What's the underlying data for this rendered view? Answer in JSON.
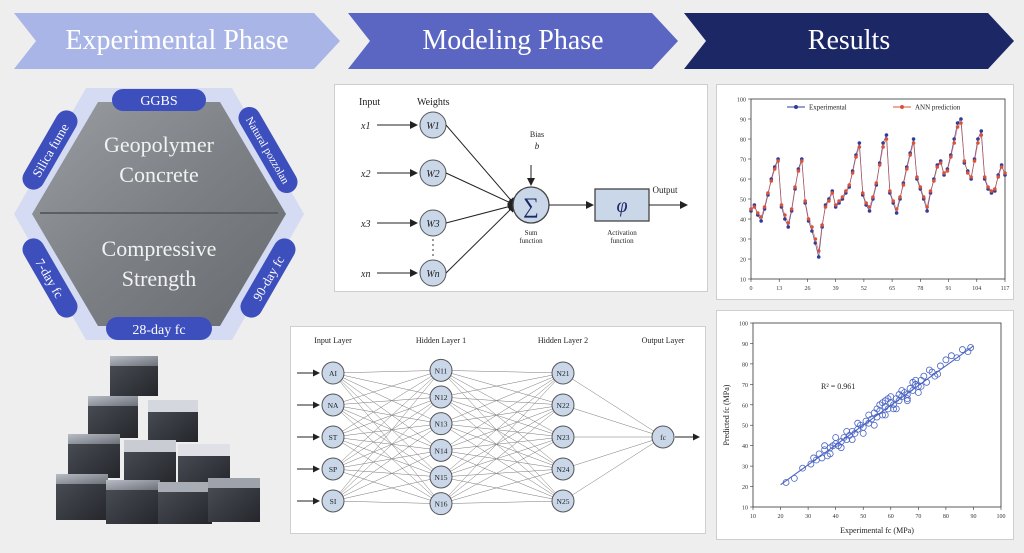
{
  "header": {
    "phases": [
      {
        "label": "Experimental Phase",
        "color": "#a9b5e6"
      },
      {
        "label": "Modeling Phase",
        "color": "#5a66c2"
      },
      {
        "label": "Results",
        "color": "#1c2766"
      }
    ]
  },
  "experimental": {
    "top_pill": "GGBS",
    "left_top_pill": "Silica fume",
    "right_top_pill": "Natural pozzolan",
    "left_bottom_pill": "7-day fc",
    "right_bottom_pill": "90-day fc",
    "bottom_pill": "28-day fc",
    "upper_text": [
      "Geopolymer",
      "Concrete"
    ],
    "lower_text": [
      "Compressive",
      "Strength"
    ],
    "pill_color": "#3d4fbd"
  },
  "neuron_diagram": {
    "input_label": "Input",
    "weights_label": "Weights",
    "inputs": [
      "x1",
      "x2",
      "x3",
      "xn"
    ],
    "weights": [
      "W1",
      "W2",
      "W3",
      "Wn"
    ],
    "bias_label": "Bias",
    "bias_symbol": "b",
    "sum_symbol": "∑",
    "sum_label": [
      "Sum",
      "function"
    ],
    "activation_symbol": "φ",
    "activation_label": [
      "Activation",
      "function"
    ],
    "output_label": "Output",
    "node_color": "#c9d7e8"
  },
  "network_diagram": {
    "input_layer_label": "Input Layer",
    "hidden1_label": "Hidden Layer 1",
    "hidden2_label": "Hidden Layer 2",
    "output_layer_label": "Output Layer",
    "input_nodes": [
      "AI",
      "NA",
      "ST",
      "SP",
      "SI"
    ],
    "hidden1_nodes": [
      "N11",
      "N12",
      "N13",
      "N14",
      "N15",
      "N16"
    ],
    "hidden2_nodes": [
      "N21",
      "N22",
      "N23",
      "N24",
      "N25"
    ],
    "output_node": "fc",
    "node_color": "#c9d7e8"
  },
  "chart_data": [
    {
      "type": "line",
      "title": "",
      "legend": [
        "Experimental",
        "ANN prediction"
      ],
      "legend_placement": "top",
      "x_ticks": [
        0,
        13,
        26,
        39,
        52,
        65,
        78,
        91,
        104,
        117
      ],
      "y_ticks": [
        10,
        20,
        30,
        40,
        50,
        60,
        70,
        80,
        90,
        100
      ],
      "xlim": [
        0,
        117
      ],
      "ylim": [
        10,
        100
      ],
      "series": [
        {
          "name": "Experimental",
          "color": "#2e3c9a",
          "values": [
            44,
            47,
            42,
            39,
            45,
            52,
            60,
            66,
            70,
            46,
            40,
            36,
            44,
            55,
            65,
            70,
            48,
            39,
            34,
            28,
            21,
            36,
            47,
            50,
            54,
            46,
            48,
            50,
            53,
            56,
            64,
            72,
            78,
            52,
            47,
            44,
            50,
            57,
            68,
            78,
            82,
            53,
            48,
            43,
            50,
            58,
            66,
            73,
            80,
            60,
            55,
            50,
            44,
            53,
            60,
            67,
            69,
            62,
            65,
            72,
            80,
            88,
            90,
            68,
            64,
            60,
            70,
            80,
            84,
            60,
            55,
            53,
            54,
            62,
            67,
            62
          ]
        },
        {
          "name": "ANN prediction",
          "color": "#d9533a",
          "values": [
            45,
            46,
            43,
            41,
            46,
            53,
            59,
            65,
            69,
            47,
            42,
            38,
            45,
            56,
            64,
            69,
            49,
            40,
            36,
            30,
            24,
            37,
            46,
            49,
            53,
            47,
            49,
            51,
            54,
            57,
            63,
            71,
            76,
            53,
            48,
            46,
            51,
            58,
            67,
            76,
            80,
            54,
            49,
            45,
            51,
            57,
            65,
            72,
            78,
            61,
            56,
            51,
            46,
            54,
            59,
            66,
            68,
            63,
            64,
            71,
            78,
            86,
            88,
            69,
            63,
            61,
            69,
            78,
            82,
            61,
            56,
            54,
            55,
            61,
            66,
            63
          ]
        }
      ]
    },
    {
      "type": "scatter",
      "title": "",
      "xlabel": "Experimental  fc (MPa)",
      "ylabel": "Predicted  fc (MPa)",
      "annotation": "R² = 0.961",
      "x_ticks": [
        10,
        20,
        30,
        40,
        50,
        60,
        70,
        80,
        90,
        100
      ],
      "y_ticks": [
        10,
        20,
        30,
        40,
        50,
        60,
        70,
        80,
        90,
        100
      ],
      "xlim": [
        10,
        100
      ],
      "ylim": [
        10,
        100
      ],
      "trend": {
        "slope": 0.97,
        "intercept": 1.5
      },
      "color": "#4a64c4",
      "points": [
        [
          22,
          22
        ],
        [
          25,
          24
        ],
        [
          28,
          29
        ],
        [
          31,
          31
        ],
        [
          32,
          34
        ],
        [
          33,
          33
        ],
        [
          34,
          36
        ],
        [
          35,
          34
        ],
        [
          36,
          38
        ],
        [
          37,
          35
        ],
        [
          38,
          39
        ],
        [
          39,
          40
        ],
        [
          40,
          41
        ],
        [
          41,
          40
        ],
        [
          42,
          42
        ],
        [
          43,
          44
        ],
        [
          44,
          43
        ],
        [
          45,
          45
        ],
        [
          46,
          47
        ],
        [
          47,
          46
        ],
        [
          48,
          48
        ],
        [
          49,
          50
        ],
        [
          50,
          49
        ],
        [
          51,
          52
        ],
        [
          52,
          51
        ],
        [
          53,
          53
        ],
        [
          54,
          56
        ],
        [
          55,
          54
        ],
        [
          56,
          57
        ],
        [
          57,
          55
        ],
        [
          58,
          59
        ],
        [
          59,
          58
        ],
        [
          60,
          61
        ],
        [
          61,
          60
        ],
        [
          62,
          63
        ],
        [
          63,
          62
        ],
        [
          64,
          64
        ],
        [
          65,
          66
        ],
        [
          66,
          65
        ],
        [
          67,
          68
        ],
        [
          68,
          67
        ],
        [
          69,
          70
        ],
        [
          70,
          69
        ],
        [
          71,
          72
        ],
        [
          72,
          74
        ],
        [
          73,
          71
        ],
        [
          75,
          76
        ],
        [
          76,
          74
        ],
        [
          78,
          79
        ],
        [
          80,
          82
        ],
        [
          82,
          84
        ],
        [
          84,
          83
        ],
        [
          88,
          86
        ],
        [
          36,
          40
        ],
        [
          38,
          36
        ],
        [
          40,
          44
        ],
        [
          42,
          39
        ],
        [
          44,
          47
        ],
        [
          46,
          43
        ],
        [
          48,
          51
        ],
        [
          50,
          46
        ],
        [
          52,
          55
        ],
        [
          54,
          50
        ],
        [
          56,
          60
        ],
        [
          58,
          55
        ],
        [
          60,
          64
        ],
        [
          62,
          58
        ],
        [
          64,
          67
        ],
        [
          66,
          62
        ],
        [
          68,
          71
        ],
        [
          70,
          66
        ],
        [
          58,
          62
        ],
        [
          57,
          61
        ],
        [
          55,
          58
        ],
        [
          59,
          63
        ],
        [
          61,
          58
        ],
        [
          63,
          65
        ],
        [
          66,
          63
        ],
        [
          69,
          72
        ],
        [
          71,
          69
        ],
        [
          74,
          77
        ],
        [
          77,
          75
        ],
        [
          86,
          87
        ],
        [
          89,
          88
        ]
      ]
    }
  ]
}
